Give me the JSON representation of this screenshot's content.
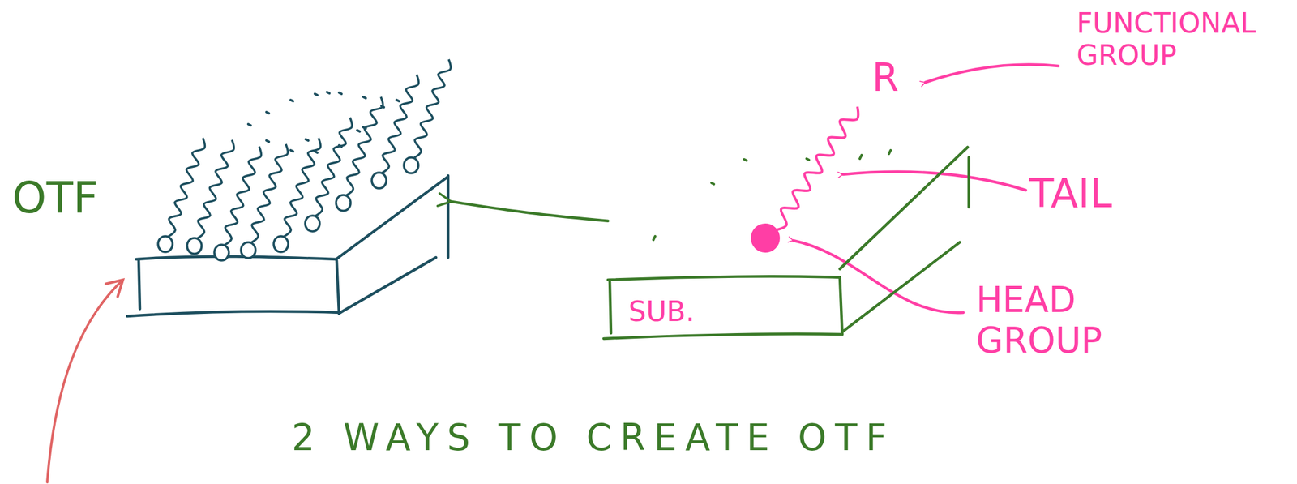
{
  "diagram": {
    "caption": "2 WAYS TO CREATE OTF",
    "nodes": [
      {
        "text": [
          "OTF"
        ]
      },
      {
        "text": [
          "SUB."
        ]
      }
    ],
    "edges": [
      {
        "from": 1,
        "to": 0,
        "arrow": "to"
      }
    ],
    "labels": [
      "R",
      "FUNCTIONAL GROUP",
      "TAIL",
      "HEAD GROUP"
    ]
  }
}
